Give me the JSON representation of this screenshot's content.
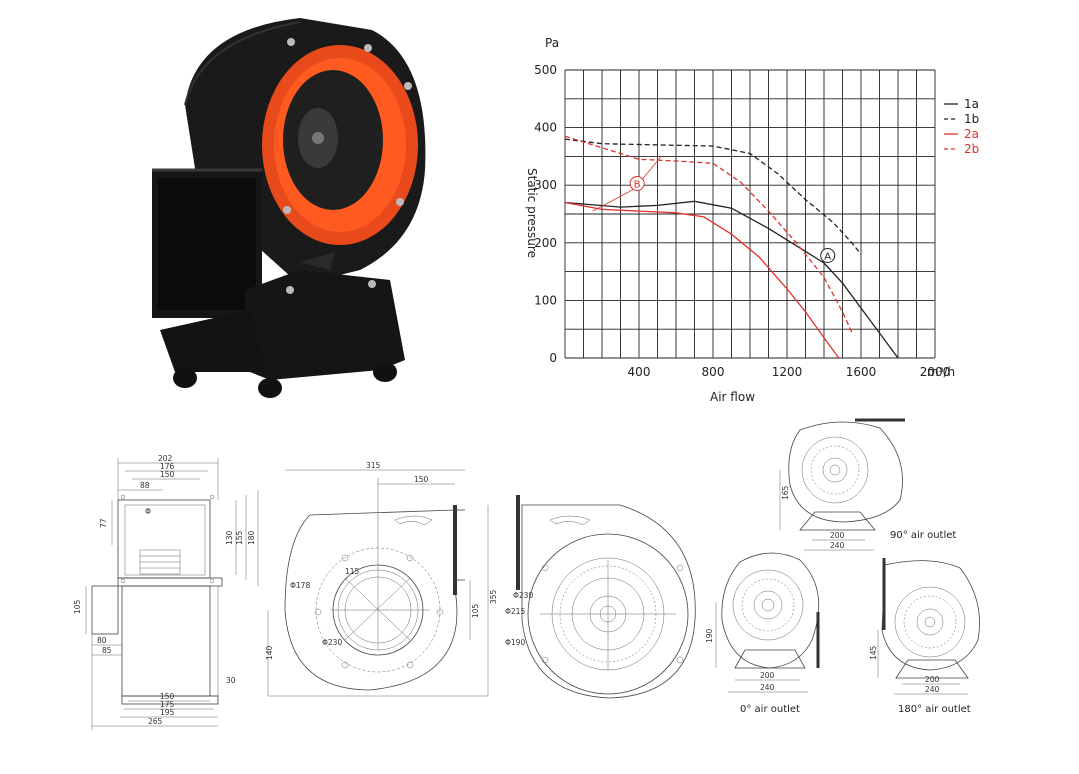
{
  "chart_data": {
    "type": "line",
    "ylabel_unit": "Pa",
    "ylabel": "Static pressure",
    "xlabel": "Air flow",
    "xunit": "m³/h",
    "xlim": [
      0,
      2000
    ],
    "ylim": [
      0,
      500
    ],
    "xticks": [
      400,
      800,
      1200,
      1600,
      2000
    ],
    "yticks": [
      0,
      100,
      200,
      300,
      400,
      500
    ],
    "grid": true,
    "legend_position": "right",
    "series": [
      {
        "name": "1a",
        "color": "#222222",
        "dash": false,
        "points": [
          [
            0,
            270
          ],
          [
            300,
            262
          ],
          [
            500,
            265
          ],
          [
            700,
            272
          ],
          [
            900,
            260
          ],
          [
            1100,
            225
          ],
          [
            1300,
            185
          ],
          [
            1400,
            165
          ],
          [
            1500,
            130
          ],
          [
            1650,
            65
          ],
          [
            1800,
            0
          ]
        ]
      },
      {
        "name": "1b",
        "color": "#222222",
        "dash": true,
        "points": [
          [
            0,
            380
          ],
          [
            200,
            372
          ],
          [
            500,
            370
          ],
          [
            800,
            368
          ],
          [
            1000,
            355
          ],
          [
            1150,
            320
          ],
          [
            1300,
            275
          ],
          [
            1450,
            235
          ],
          [
            1550,
            200
          ],
          [
            1600,
            180
          ]
        ]
      },
      {
        "name": "2a",
        "color": "#e0312d",
        "dash": false,
        "points": [
          [
            0,
            270
          ],
          [
            200,
            258
          ],
          [
            400,
            255
          ],
          [
            600,
            252
          ],
          [
            750,
            245
          ],
          [
            900,
            215
          ],
          [
            1050,
            175
          ],
          [
            1200,
            120
          ],
          [
            1300,
            80
          ],
          [
            1400,
            35
          ],
          [
            1480,
            0
          ]
        ]
      },
      {
        "name": "2b",
        "color": "#e0312d",
        "dash": true,
        "points": [
          [
            0,
            385
          ],
          [
            200,
            365
          ],
          [
            400,
            345
          ],
          [
            600,
            342
          ],
          [
            800,
            338
          ],
          [
            950,
            305
          ],
          [
            1100,
            255
          ],
          [
            1250,
            200
          ],
          [
            1400,
            140
          ],
          [
            1500,
            80
          ],
          [
            1550,
            45
          ]
        ]
      }
    ],
    "annotations": [
      {
        "label": "A",
        "x": 1420,
        "y": 178,
        "color": "#222222"
      },
      {
        "label": "B",
        "x": 390,
        "y": 303,
        "color": "#e0312d"
      }
    ]
  },
  "outlets": {
    "o90": "90° air outlet",
    "o0": "0° air outlet",
    "o180": "180° air outlet"
  },
  "dims": {
    "d202": "202",
    "d176": "176",
    "d150": "150",
    "d88": "88",
    "d77": "77",
    "d130": "130",
    "d155": "155",
    "d180": "180",
    "d105": "105",
    "d80": "80",
    "d85": "85",
    "d30": "30",
    "d150b": "150",
    "d175": "175",
    "d195": "195",
    "d265": "265",
    "phi": "Φ",
    "d315": "315",
    "d150c": "150",
    "d115": "115",
    "p178": "Φ178",
    "p230": "Φ230",
    "d140": "140",
    "d105b": "105",
    "d355": "355",
    "p230b": "Φ230",
    "p215": "Φ215",
    "p190": "Φ190",
    "d165": "165",
    "d200a": "200",
    "d240a": "240",
    "d190": "190",
    "d200b": "200",
    "d240b": "240",
    "d145": "145",
    "d200c": "200",
    "d240c": "240"
  }
}
